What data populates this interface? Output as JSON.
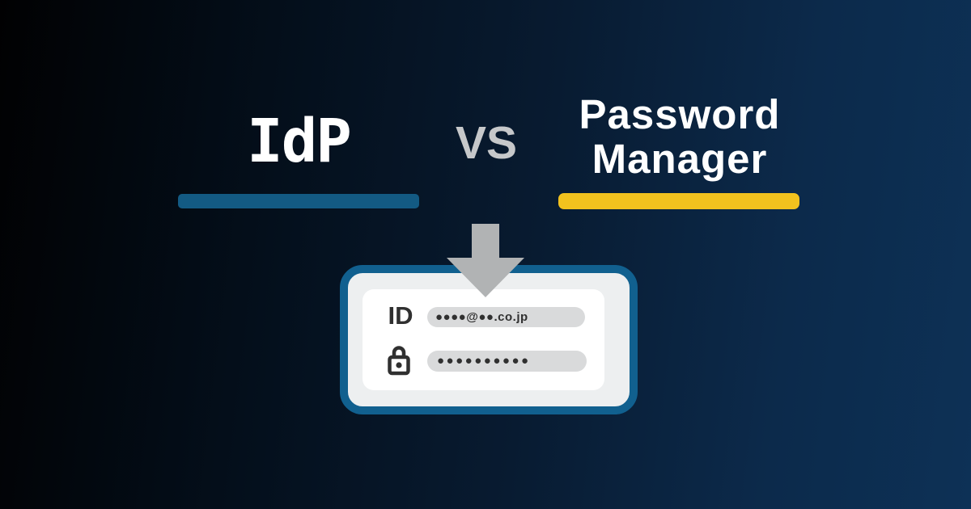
{
  "meta": {
    "title": "IdP vs Password Manager"
  },
  "comparison": {
    "left": {
      "label": "IdP"
    },
    "versus": "VS",
    "right": {
      "label_line1": "Password",
      "label_line2": "Manager"
    }
  },
  "login_card": {
    "id_label": "ID",
    "id_value": "●●●●@●●.co.jp",
    "password_value": "●●●●●●●●●●"
  },
  "icons": {
    "arrow": "arrow-down-icon",
    "lock": "lock-icon"
  },
  "colors": {
    "background_left": "#010102",
    "background_right": "#0d3156",
    "title_white": "#ffffff",
    "vs_gray": "#c6c8ca",
    "accent_blue": "#135a83",
    "accent_yellow": "#f2c21e",
    "arrow_gray": "#b1b3b4",
    "card_border": "#11608f",
    "card_bg": "#edeff0",
    "panel_bg": "#ffffff",
    "pill_bg": "#d9dadb",
    "text_dark": "#303030"
  }
}
